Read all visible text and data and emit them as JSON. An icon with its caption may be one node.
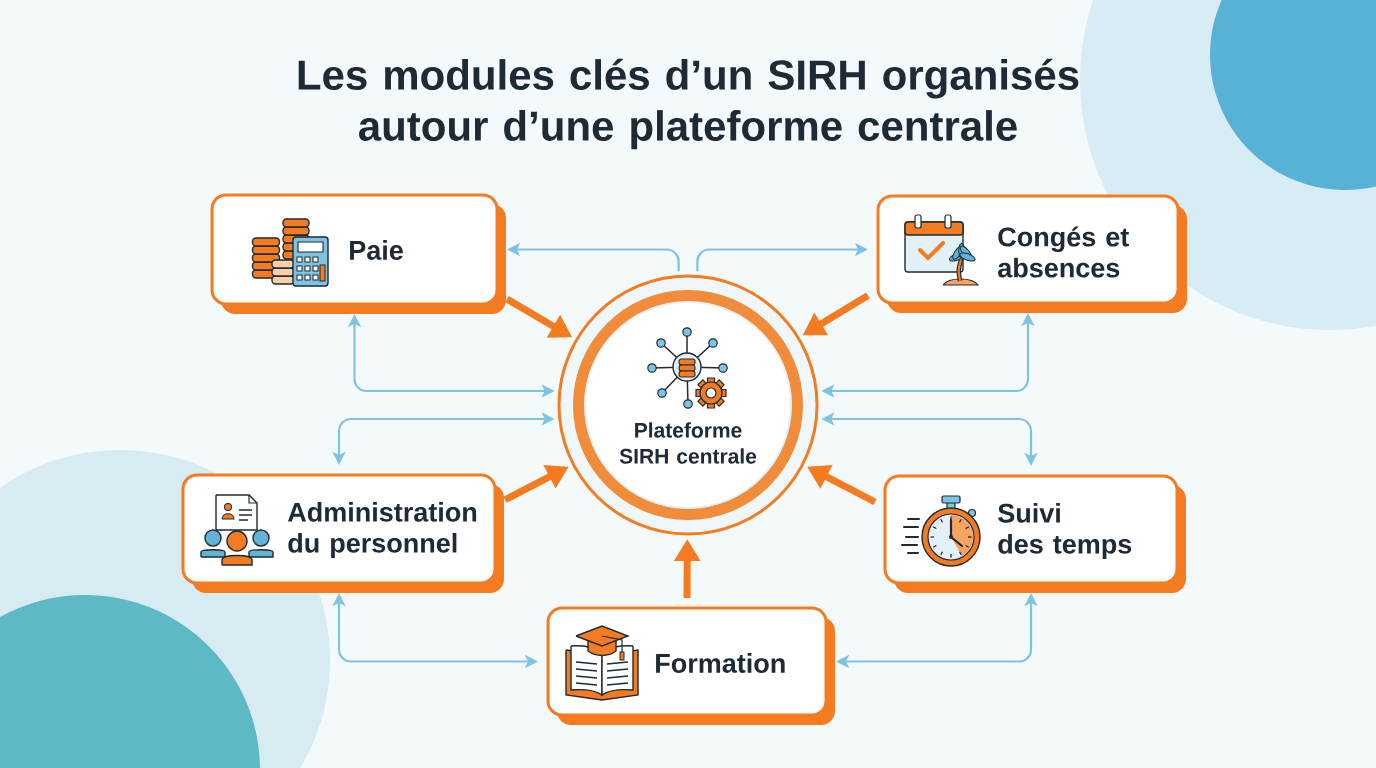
{
  "diagram": {
    "title": "Les modules clés d’un SIRH organisés autour d’une plateforme centrale",
    "nodes": [
      {
        "text": [
          "Plateforme SIRH centrale"
        ]
      },
      {
        "text": [
          "Paie"
        ]
      },
      {
        "text": [
          "Congés et absences"
        ]
      },
      {
        "text": [
          "Administration du personnel"
        ]
      },
      {
        "text": [
          "Suivi des temps"
        ]
      },
      {
        "text": [
          "Formation"
        ]
      }
    ],
    "edges": [
      {
        "from": 1,
        "to": 0,
        "arrow": "to",
        "style": "thick",
        "color": "#f47b20"
      },
      {
        "from": 2,
        "to": 0,
        "arrow": "to",
        "style": "thick",
        "color": "#f47b20"
      },
      {
        "from": 3,
        "to": 0,
        "arrow": "to",
        "style": "thick",
        "color": "#f47b20"
      },
      {
        "from": 4,
        "to": 0,
        "arrow": "to",
        "style": "thick",
        "color": "#f47b20"
      },
      {
        "from": 5,
        "to": 0,
        "arrow": "to",
        "style": "thick",
        "color": "#f47b20"
      },
      {
        "from": 0,
        "to": 1,
        "arrow": "to"
      },
      {
        "from": 0,
        "to": 2,
        "arrow": "to"
      },
      {
        "from": 1,
        "to": 0,
        "arrow": "both"
      },
      {
        "from": 2,
        "to": 0,
        "arrow": "both"
      },
      {
        "from": 3,
        "to": 0,
        "arrow": "both"
      },
      {
        "from": 4,
        "to": 0,
        "arrow": "both"
      },
      {
        "from": 3,
        "to": 5,
        "arrow": "both"
      },
      {
        "from": 4,
        "to": 5,
        "arrow": "both"
      }
    ]
  }
}
